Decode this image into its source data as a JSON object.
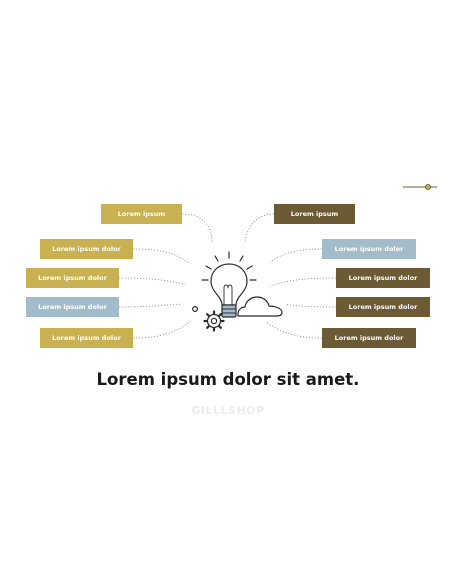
{
  "colors": {
    "gold": "#c9b050",
    "brown": "#6b5a34",
    "blue": "#a3bccb",
    "connector": "#8a8a8a",
    "icon_stroke": "#2b2b2b",
    "bulb_base": "#a3bccb"
  },
  "labels": {
    "left": [
      {
        "text": "Lorem ipsum",
        "color": "gold"
      },
      {
        "text": "Lorem ipsum dolor",
        "color": "gold"
      },
      {
        "text": "Lorem ipsum dolor",
        "color": "gold"
      },
      {
        "text": "Lorem ipsum dolor",
        "color": "blue"
      },
      {
        "text": "Lorem ipsum dolor",
        "color": "gold"
      }
    ],
    "right": [
      {
        "text": "Lorem ipsum",
        "color": "brown"
      },
      {
        "text": "Lorem ipsum dolor",
        "color": "blue"
      },
      {
        "text": "Lorem ipsum dolor",
        "color": "brown"
      },
      {
        "text": "Lorem ipsum dolor",
        "color": "brown"
      },
      {
        "text": "Lorem ipsum dolor",
        "color": "brown"
      }
    ]
  },
  "center_icon": [
    "lightbulb-icon",
    "gear-icon",
    "cloud-icon"
  ],
  "headline": "Lorem ipsum dolor sit amet.",
  "watermark": "GILLLSHOP"
}
